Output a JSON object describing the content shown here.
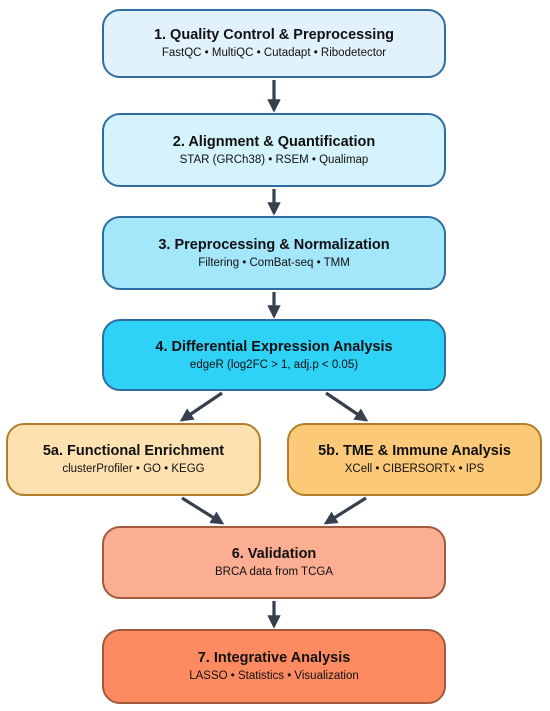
{
  "steps": [
    {
      "title": "1. Quality Control & Preprocessing",
      "tools": "FastQC • MultiQC • Cutadapt • Ribodetector"
    },
    {
      "title": "2. Alignment & Quantification",
      "tools": "STAR (GRCh38) • RSEM • Qualimap"
    },
    {
      "title": "3. Preprocessing & Normalization",
      "tools": "Filtering • ComBat-seq • TMM"
    },
    {
      "title": "4. Differential Expression Analysis",
      "tools": "edgeR (log2FC > 1, adj.p < 0.05)"
    },
    {
      "title": "5a. Functional Enrichment",
      "tools": "clusterProfiler • GO • KEGG"
    },
    {
      "title": "5b. TME & Immune Analysis",
      "tools": "XCell • CIBERSORTx • IPS"
    },
    {
      "title": "6. Validation",
      "tools": "BRCA data from TCGA"
    },
    {
      "title": "7. Integrative Analysis",
      "tools": "LASSO • Statistics • Visualization"
    }
  ],
  "colors": {
    "arrow": "#36404e",
    "blue_border": "#2f6da1",
    "orange_border": "#b27e2a",
    "red_border": "#a05a3b"
  }
}
